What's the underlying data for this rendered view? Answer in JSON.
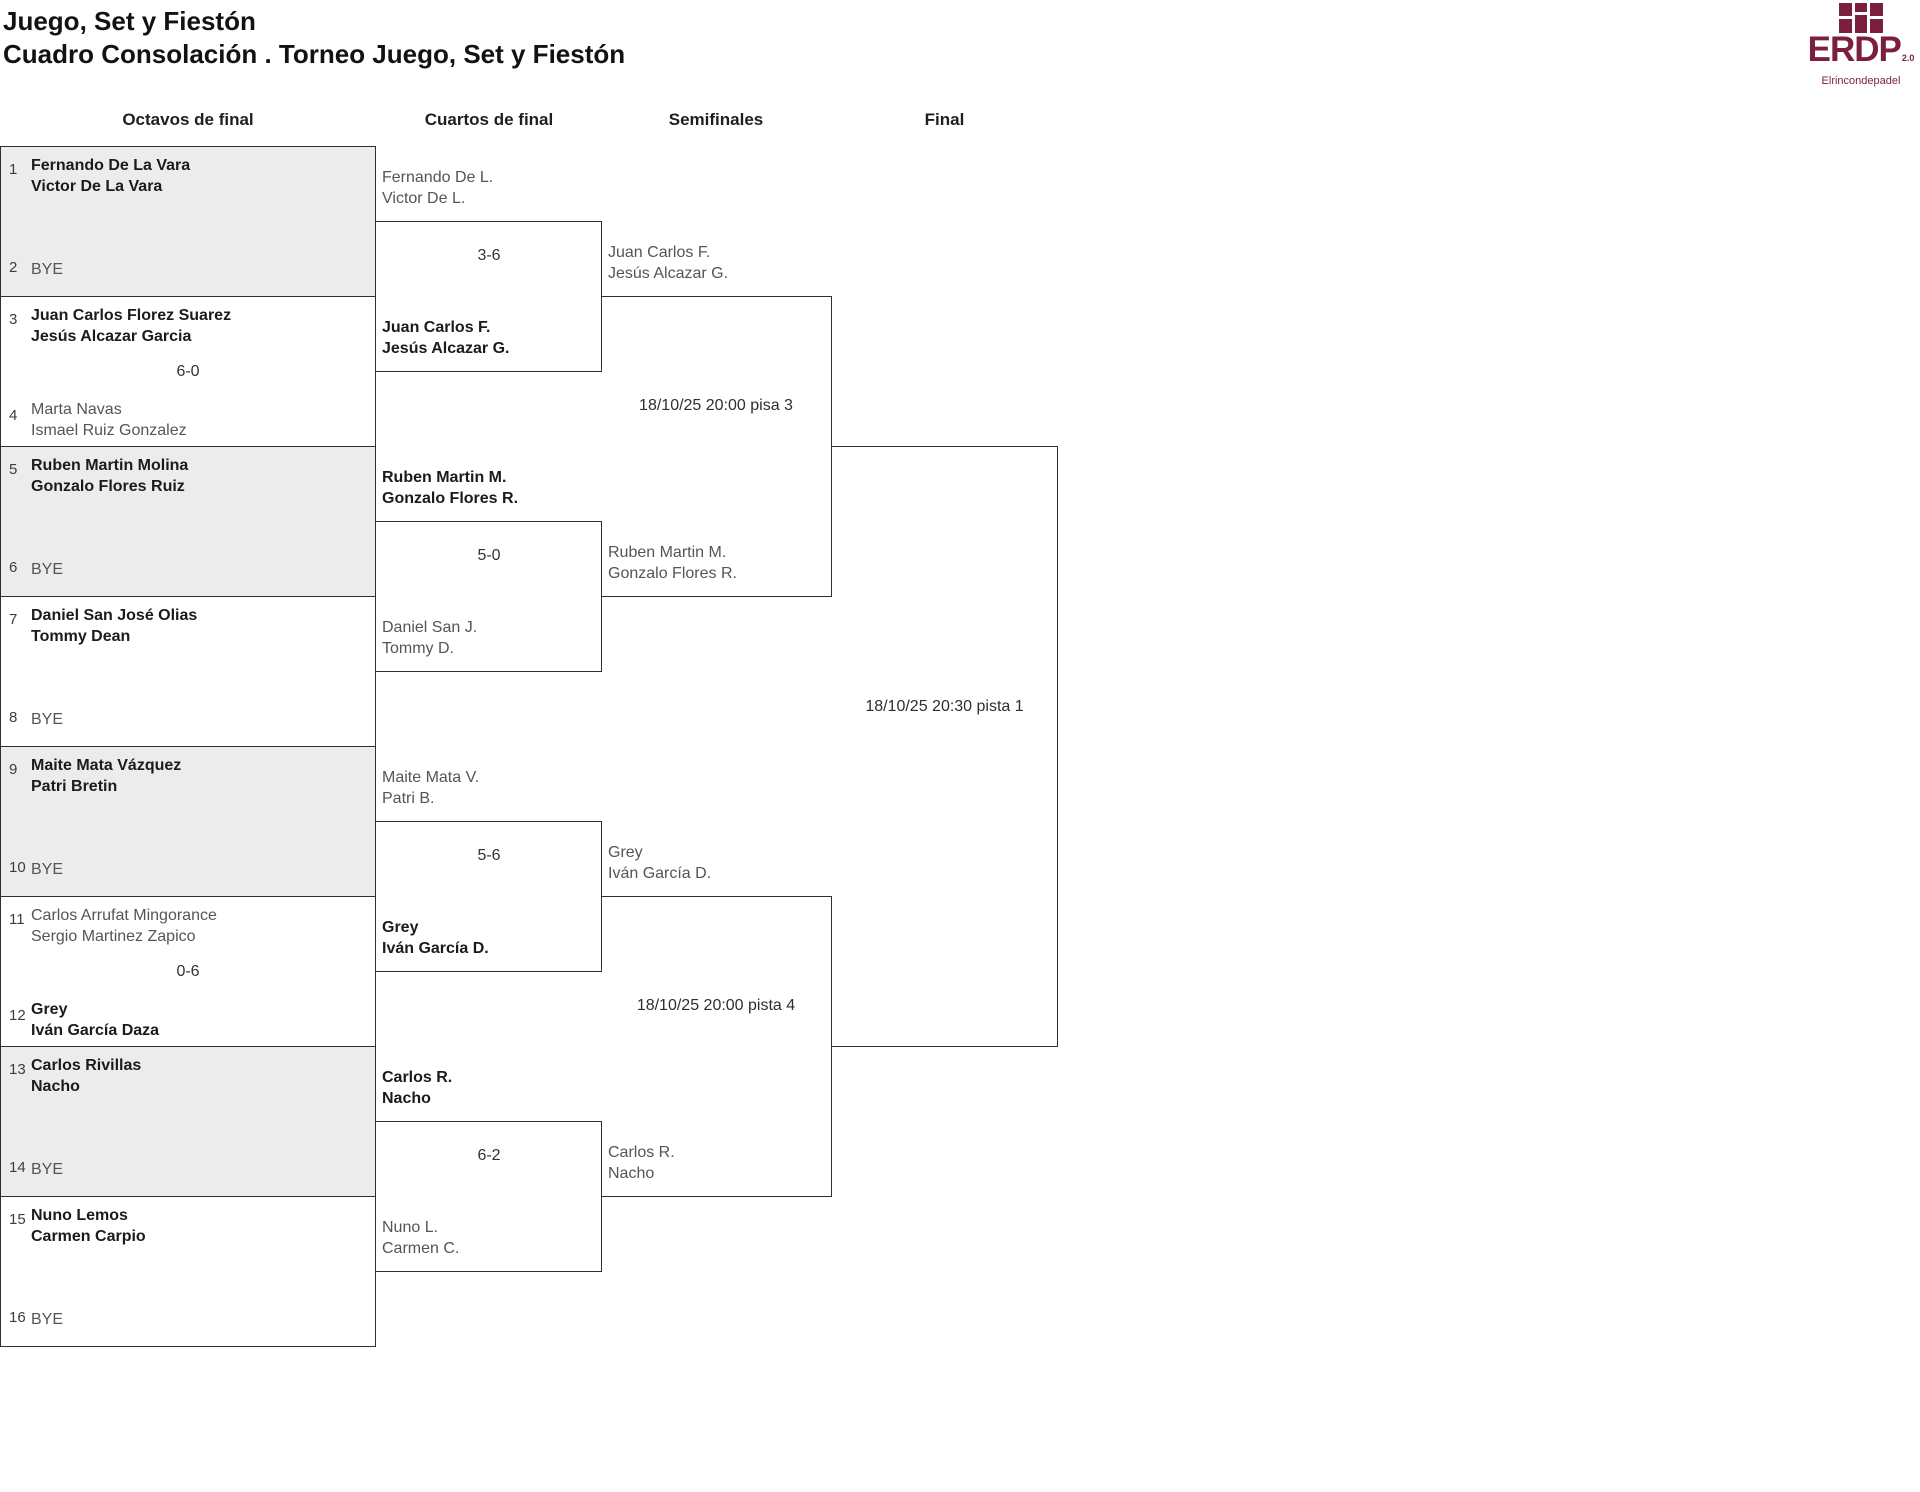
{
  "colors": {
    "brand": "#7b1f3d",
    "shaded_box": "#ececec",
    "line": "#2f2f2f"
  },
  "header": {
    "title": "Juego, Set y Fiestón",
    "subtitle": "Cuadro Consolación . Torneo Juego, Set y Fiestón"
  },
  "logo": {
    "wordmark": "ERDP",
    "version": "2.0",
    "tagline": "Elrincondepadel"
  },
  "columns": {
    "r16": "Octavos de final",
    "qf": "Cuartos de final",
    "sf": "Semifinales",
    "f": "Final"
  },
  "bracket": {
    "octavos": [
      {
        "seed_top": "1",
        "top1": "Fernando De La Vara",
        "top2": "Victor De La Vara",
        "score": "",
        "seed_bottom": "2",
        "bottom1": "BYE",
        "bottom2": ""
      },
      {
        "seed_top": "3",
        "top1": "Juan Carlos Florez Suarez",
        "top2": "Jesús Alcazar Garcia",
        "score": "6-0",
        "seed_bottom": "4",
        "bottom1": "Marta Navas",
        "bottom2": "Ismael Ruiz Gonzalez"
      },
      {
        "seed_top": "5",
        "top1": "Ruben Martin Molina",
        "top2": "Gonzalo Flores Ruiz",
        "score": "",
        "seed_bottom": "6",
        "bottom1": "BYE",
        "bottom2": ""
      },
      {
        "seed_top": "7",
        "top1": "Daniel San José Olias",
        "top2": "Tommy Dean",
        "score": "",
        "seed_bottom": "8",
        "bottom1": "BYE",
        "bottom2": ""
      },
      {
        "seed_top": "9",
        "top1": "Maite Mata Vázquez",
        "top2": "Patri Bretin",
        "score": "",
        "seed_bottom": "10",
        "bottom1": "BYE",
        "bottom2": ""
      },
      {
        "seed_top": "11",
        "top1": "Carlos Arrufat Mingorance",
        "top2": "Sergio Martinez Zapico",
        "score": "0-6",
        "seed_bottom": "12",
        "bottom1": "Grey",
        "bottom2": "Iván García Daza"
      },
      {
        "seed_top": "13",
        "top1": "Carlos Rivillas",
        "top2": "Nacho",
        "score": "",
        "seed_bottom": "14",
        "bottom1": "BYE",
        "bottom2": ""
      },
      {
        "seed_top": "15",
        "top1": "Nuno Lemos",
        "top2": "Carmen Carpio",
        "score": "",
        "seed_bottom": "16",
        "bottom1": "BYE",
        "bottom2": ""
      }
    ],
    "cuartos": [
      {
        "team1a": "Fernando De L.",
        "team1b": "Victor De L.",
        "score": "3-6",
        "team2a": "Juan Carlos F.",
        "team2b": "Jesús Alcazar G."
      },
      {
        "team1a": "Ruben Martin M.",
        "team1b": "Gonzalo Flores R.",
        "score": "5-0",
        "team2a": "Daniel San J.",
        "team2b": "Tommy D."
      },
      {
        "team1a": "Maite Mata V.",
        "team1b": "Patri B.",
        "score": "5-6",
        "team2a": "Grey",
        "team2b": "Iván García D."
      },
      {
        "team1a": "Carlos R.",
        "team1b": "Nacho",
        "score": "6-2",
        "team2a": "Nuno L.",
        "team2b": "Carmen C."
      }
    ],
    "semifinales": [
      {
        "team1a": "Juan Carlos F.",
        "team1b": "Jesús Alcazar G.",
        "schedule": "18/10/25 20:00 pisa 3",
        "team2a": "Ruben Martin M.",
        "team2b": "Gonzalo Flores R."
      },
      {
        "team1a": "Grey",
        "team1b": "Iván García D.",
        "schedule": "18/10/25 20:00 pista 4",
        "team2a": "Carlos R.",
        "team2b": "Nacho"
      }
    ],
    "final_match": {
      "schedule": "18/10/25 20:30 pista 1"
    }
  }
}
